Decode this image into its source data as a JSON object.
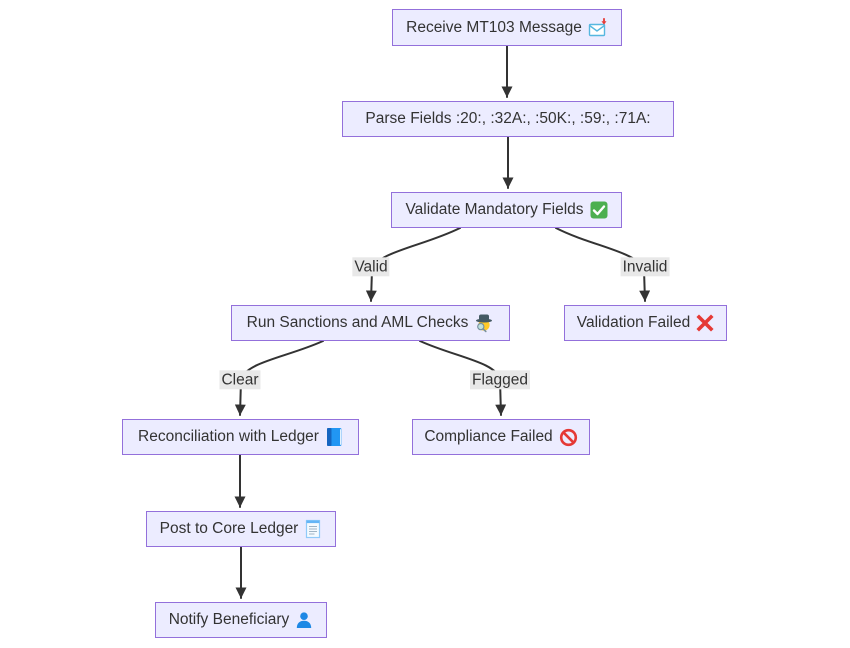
{
  "diagram": {
    "colors": {
      "node_fill": "#ECECFF",
      "node_border": "#9370DB",
      "text": "#333333",
      "edge": "#333333",
      "edge_label_bg": "#e8e8e8",
      "background": "#ffffff"
    },
    "nodes": {
      "receive": {
        "label": "Receive MT103 Message",
        "icon": "envelope-incoming-icon"
      },
      "parse": {
        "label": "Parse Fields :20:, :32A:, :50K:, :59:, :71A:",
        "icon": ""
      },
      "validate": {
        "label": "Validate Mandatory Fields",
        "icon": "check-mark-icon"
      },
      "sanctions": {
        "label": "Run Sanctions and AML Checks",
        "icon": "detective-icon"
      },
      "validation_failed": {
        "label": "Validation Failed",
        "icon": "cross-mark-icon"
      },
      "reconciliation": {
        "label": "Reconciliation with Ledger",
        "icon": "blue-book-icon"
      },
      "compliance_failed": {
        "label": "Compliance Failed",
        "icon": "prohibited-icon"
      },
      "post_ledger": {
        "label": "Post to Core Ledger",
        "icon": "receipt-icon"
      },
      "notify": {
        "label": "Notify Beneficiary",
        "icon": "bust-silhouette-icon"
      }
    },
    "edge_labels": {
      "valid": "Valid",
      "invalid": "Invalid",
      "clear": "Clear",
      "flagged": "Flagged"
    }
  }
}
